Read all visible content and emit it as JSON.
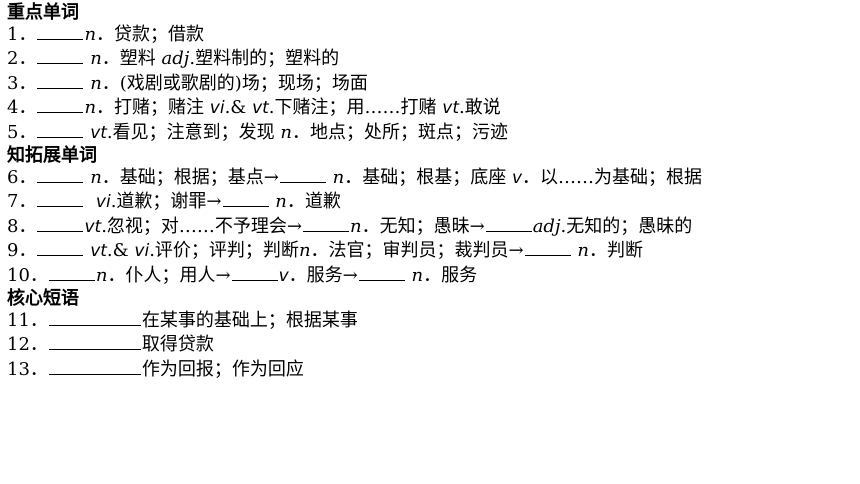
{
  "sections": {
    "key_words": "重点单词",
    "extended_words": "知拓展单词",
    "core_phrases": "核心短语"
  },
  "items": {
    "i1": {
      "num": "1．",
      "pos": "n",
      "text": "．贷款；借款"
    },
    "i2": {
      "num": "2．",
      "pos": "n",
      "text": "．塑料",
      "pos2": "adj",
      "text2": ".塑料制的；塑料的"
    },
    "i3": {
      "num": "3．",
      "pos": "n",
      "text": "．(戏剧或歌剧的)场；现场；场面"
    },
    "i4": {
      "num": "4．",
      "pos": "n",
      "text": "．打赌；赌注",
      "pos2": "vi",
      "text2": ".&",
      "pos3": "vt",
      "text3": ".下赌注；用……打赌",
      "pos4": "vt",
      "text4": ".敢说"
    },
    "i5": {
      "num": "5．",
      "pos": "vt",
      "text": ".看见；注意到；发现",
      "pos2": "n",
      "text2": "．地点；处所；斑点；污迹"
    },
    "i6": {
      "num": "6．",
      "pos": "n",
      "text": "．基础；根据；基点→",
      "pos2": "n",
      "text2": "．基础；根基；底座",
      "pos3": "v",
      "text3": "．以……为基础；根据"
    },
    "i7": {
      "num": "7．",
      "pos": "vi",
      "text": ".道歉；谢罪→",
      "pos2": "n",
      "text2": "．道歉"
    },
    "i8": {
      "num": "8．",
      "pos": "vt",
      "text": ".忽视；对……不予理会→",
      "pos2": "n",
      "text2": "．无知；愚昧→",
      "pos3": "adj",
      "text3": ".无知的；愚昧的"
    },
    "i9": {
      "num": "9．",
      "pos": "vt",
      "text": ".&",
      "pos2": "vi",
      "text2": ".评价；评判；判断",
      "pos3": "n",
      "text3": "．法官；审判员；裁判员→",
      "pos4": "n",
      "text4": "．判断"
    },
    "i10": {
      "num": "10．",
      "pos": "n",
      "text": "．仆人；用人→",
      "pos2": "v",
      "text2": "．服务→",
      "pos3": "n",
      "text3": "．服务"
    },
    "i11": {
      "num": "11．",
      "text": "在某事的基础上；根据某事"
    },
    "i12": {
      "num": "12．",
      "text": "取得贷款"
    },
    "i13": {
      "num": "13．",
      "text": "作为回报；作为回应"
    }
  }
}
